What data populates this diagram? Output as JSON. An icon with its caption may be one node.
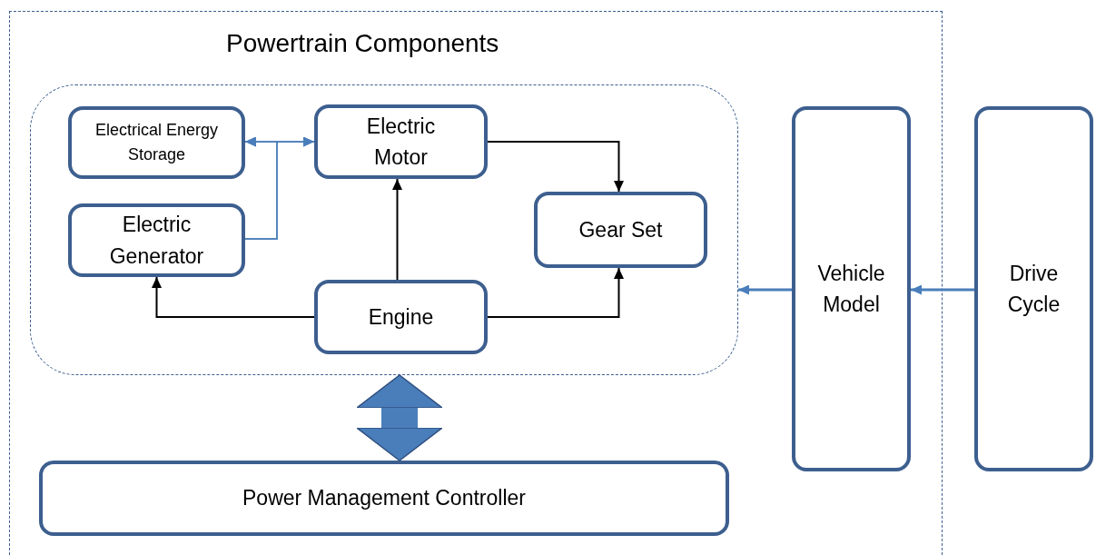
{
  "diagram": {
    "nodes": [
      {
        "text": [],
        "shape": "box"
      },
      {
        "text": [
          "Powertrain Components"
        ],
        "in": 0
      },
      {
        "text": [
          "Electrical Energy Storage"
        ],
        "in": 1
      },
      {
        "text": [
          "Electric Motor"
        ],
        "in": 1
      },
      {
        "text": [
          "Electric Generator"
        ],
        "in": 1
      },
      {
        "text": [
          "Gear Set"
        ],
        "in": 1
      },
      {
        "text": [
          "Engine"
        ],
        "in": 1
      },
      {
        "text": [
          "Power Management Controller"
        ],
        "in": 0
      },
      {
        "text": [
          "Vehicle Model"
        ],
        "in": 0
      },
      {
        "text": [
          "Drive Cycle"
        ]
      }
    ],
    "edges": [
      {
        "from": 2,
        "to": 3,
        "arrow": "both"
      },
      {
        "from": 4,
        "to": 2,
        "arrow": "to"
      },
      {
        "from": 4,
        "to": 3,
        "arrow": "to"
      },
      {
        "from": 3,
        "to": 5,
        "arrow": "to",
        "color": "#000000"
      },
      {
        "from": 6,
        "to": 3,
        "arrow": "to",
        "color": "#000000"
      },
      {
        "from": 6,
        "to": 4,
        "arrow": "to",
        "color": "#000000"
      },
      {
        "from": 6,
        "to": 5,
        "arrow": "to",
        "color": "#000000"
      },
      {
        "from": 1,
        "to": 7,
        "arrow": "both",
        "style": "thick"
      },
      {
        "from": 8,
        "to": 1,
        "arrow": "to"
      },
      {
        "from": 9,
        "to": 8,
        "arrow": "to"
      }
    ]
  }
}
